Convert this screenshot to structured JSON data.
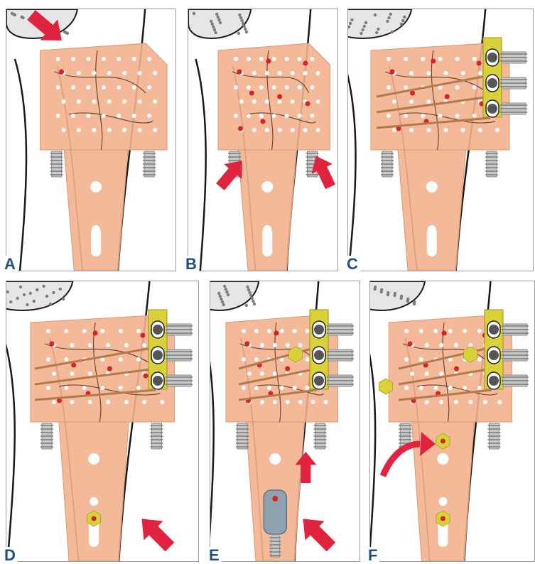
{
  "colors": {
    "label": "#1f4e89",
    "arrow": "#e0233e",
    "plate": "#f2b18e",
    "plate_edge": "#d99a78",
    "hole": "#ffffff",
    "dot": "#d6232a",
    "guide": "#d8d13a",
    "screw": "#c9c9c9",
    "bone_line": "#1a1a1a",
    "wire": "#b37a4c",
    "drill_sleeve": "#8ea2b2"
  },
  "panels": [
    {
      "id": "A",
      "label": "A",
      "shows": {
        "top_arrow": true,
        "side_arrows": false,
        "guide": false,
        "wires": false,
        "shaft_screw": false,
        "drill_sleeve": false,
        "bottom_arrow": false,
        "up_arrow": false,
        "curved_arrow": false,
        "caps": false
      }
    },
    {
      "id": "B",
      "label": "B",
      "shows": {
        "top_arrow": false,
        "side_arrows": true,
        "guide": false,
        "wires": false,
        "shaft_screw": false,
        "drill_sleeve": false,
        "bottom_arrow": false,
        "up_arrow": false,
        "curved_arrow": false,
        "caps": false
      }
    },
    {
      "id": "C",
      "label": "C",
      "shows": {
        "top_arrow": false,
        "side_arrows": false,
        "guide": true,
        "wires": true,
        "shaft_screw": false,
        "drill_sleeve": false,
        "bottom_arrow": false,
        "up_arrow": false,
        "curved_arrow": false,
        "caps": false
      }
    },
    {
      "id": "D",
      "label": "D",
      "shows": {
        "top_arrow": false,
        "side_arrows": false,
        "guide": true,
        "wires": true,
        "shaft_screw": true,
        "drill_sleeve": false,
        "bottom_arrow": true,
        "up_arrow": false,
        "curved_arrow": false,
        "caps": false
      }
    },
    {
      "id": "E",
      "label": "E",
      "shows": {
        "top_arrow": false,
        "side_arrows": false,
        "guide": true,
        "wires": true,
        "shaft_screw": false,
        "drill_sleeve": true,
        "bottom_arrow": true,
        "up_arrow": true,
        "curved_arrow": false,
        "caps": true
      }
    },
    {
      "id": "F",
      "label": "F",
      "shows": {
        "top_arrow": false,
        "side_arrows": false,
        "guide": true,
        "wires": true,
        "shaft_screw": true,
        "drill_sleeve": false,
        "bottom_arrow": false,
        "up_arrow": false,
        "curved_arrow": true,
        "caps": true
      }
    }
  ]
}
